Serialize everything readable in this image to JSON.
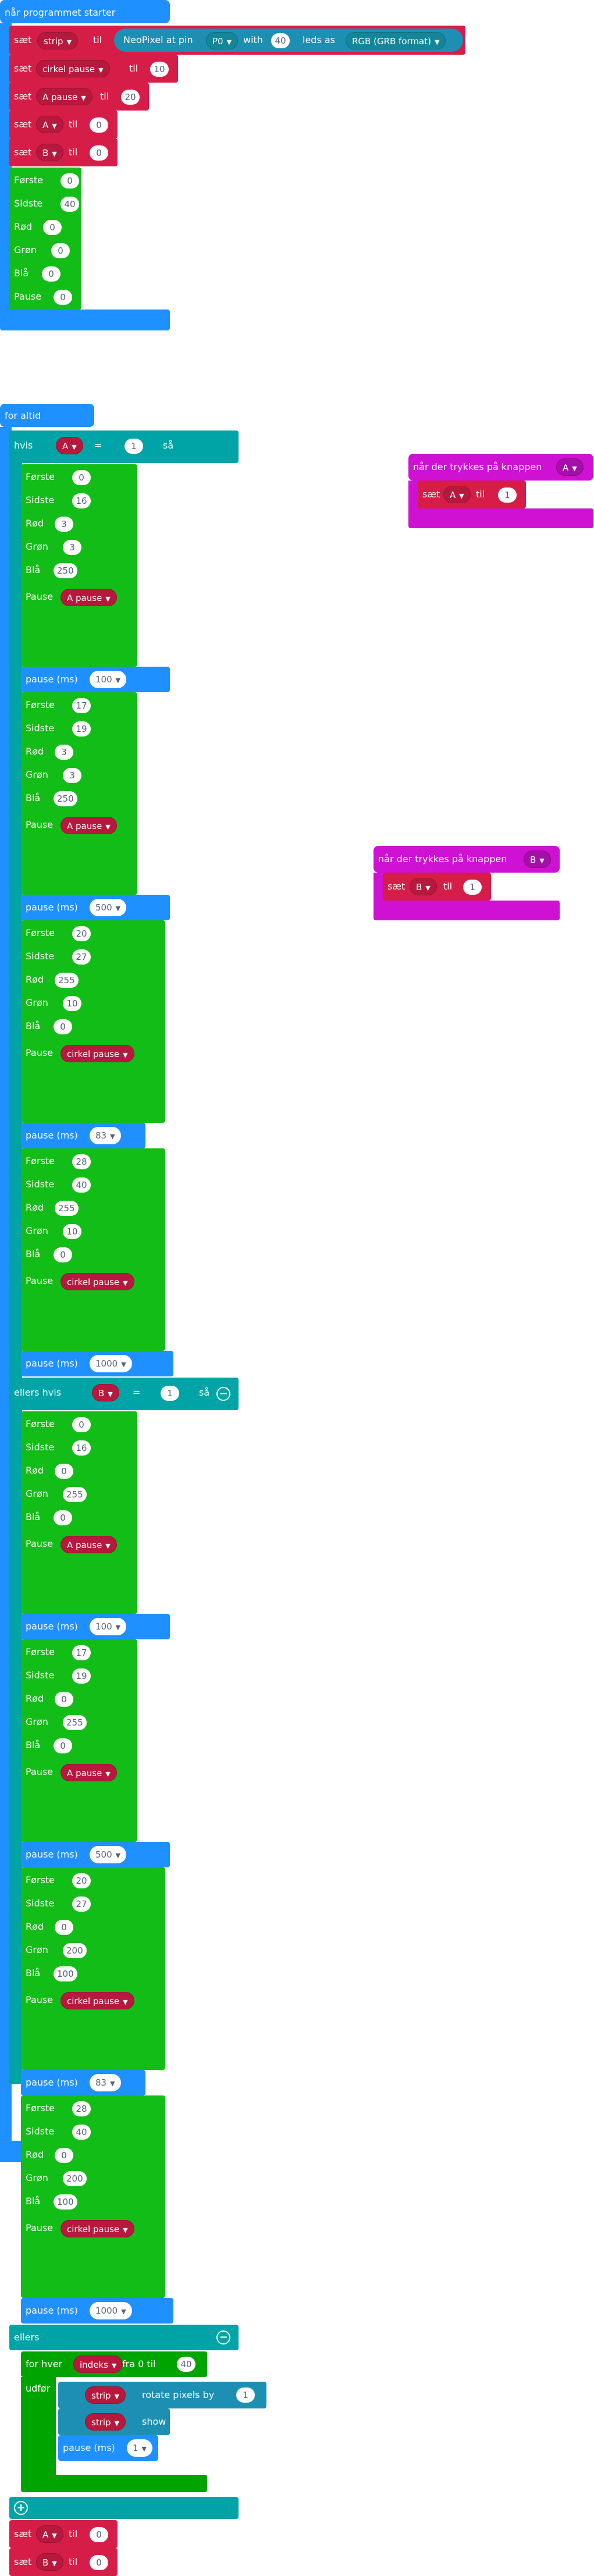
{
  "colors": {
    "basic_blue": "#1e90ff",
    "variables_red": "#d51d48",
    "logic_teal": "#00a4a6",
    "neopixel_green": "#13bd17",
    "input_magenta": "#cf11d3",
    "neopixel_dark_teal": "#1d8fb2"
  },
  "on_start": {
    "header": "når programmet starter",
    "set_strip": {
      "set": "sæt",
      "var": "strip",
      "to": "til",
      "neopixel": "NeoPixel at pin",
      "pin": "P0",
      "with": "with",
      "count": "40",
      "leds_as": "leds as",
      "format": "RGB (GRB format)"
    },
    "set_circle": {
      "set": "sæt",
      "var": "cirkel pause",
      "to": "til",
      "value": "10"
    },
    "set_apause": {
      "set": "sæt",
      "var": "A pause",
      "to": "til",
      "value": "20"
    },
    "set_a": {
      "set": "sæt",
      "var": "A",
      "to": "til",
      "value": "0"
    },
    "set_b": {
      "set": "sæt",
      "var": "B",
      "to": "til",
      "value": "0"
    },
    "range": {
      "first_label": "Første",
      "first": "0",
      "last_label": "Sidste",
      "last": "40",
      "red_label": "Rød",
      "red": "0",
      "green_label": "Grøn",
      "green": "0",
      "blue_label": "Blå",
      "blue": "0",
      "pause_label": "Pause",
      "pause": "0"
    }
  },
  "forever": {
    "header": "for altid",
    "if_label": "hvis",
    "if_var": "A",
    "op": "=",
    "if_value": "1",
    "then": "så",
    "elseif_label": "ellers hvis",
    "elseif_var": "B",
    "elseif_value": "1",
    "else_label": "ellers",
    "labels": {
      "first": "Første",
      "last": "Sidste",
      "red": "Rød",
      "green": "Grøn",
      "blue": "Blå",
      "pause": "Pause",
      "pause_ms": "pause (ms)"
    },
    "a_groups": [
      {
        "first": "0",
        "last": "16",
        "red": "3",
        "green": "3",
        "blue": "250",
        "pause_var": "A pause",
        "ms": "100"
      },
      {
        "first": "17",
        "last": "19",
        "red": "3",
        "green": "3",
        "blue": "250",
        "pause_var": "A pause",
        "ms": "500"
      },
      {
        "first": "20",
        "last": "27",
        "red": "255",
        "green": "10",
        "blue": "0",
        "pause_var": "cirkel pause",
        "ms": "83"
      },
      {
        "first": "28",
        "last": "40",
        "red": "255",
        "green": "10",
        "blue": "0",
        "pause_var": "cirkel pause",
        "ms": "1000"
      }
    ],
    "b_groups": [
      {
        "first": "0",
        "last": "16",
        "red": "0",
        "green": "255",
        "blue": "0",
        "pause_var": "A pause",
        "ms": "100"
      },
      {
        "first": "17",
        "last": "19",
        "red": "0",
        "green": "255",
        "blue": "0",
        "pause_var": "A pause",
        "ms": "500"
      },
      {
        "first": "20",
        "last": "27",
        "red": "0",
        "green": "200",
        "blue": "100",
        "pause_var": "cirkel pause",
        "ms": "83"
      },
      {
        "first": "28",
        "last": "40",
        "red": "0",
        "green": "200",
        "blue": "100",
        "pause_var": "cirkel pause",
        "ms": "1000"
      }
    ],
    "loop": {
      "for_each": "for hver",
      "var": "indeks",
      "from": "fra 0 til",
      "to": "40",
      "do": "udfør"
    },
    "rotate": {
      "var": "strip",
      "label": "rotate pixels by",
      "value": "1"
    },
    "show": {
      "var": "strip",
      "label": "show"
    },
    "loop_pause": {
      "label": "pause (ms)",
      "value": "1"
    },
    "end_set_a": {
      "set": "sæt",
      "var": "A",
      "to": "til",
      "value": "0"
    },
    "end_set_b": {
      "set": "sæt",
      "var": "B",
      "to": "til",
      "value": "0"
    }
  },
  "button_a": {
    "header": "når der trykkes på knappen",
    "button": "A",
    "set": "sæt",
    "var": "A",
    "to": "til",
    "value": "1"
  },
  "button_b": {
    "header": "når der trykkes på knappen",
    "button": "B",
    "set": "sæt",
    "var": "B",
    "to": "til",
    "value": "1"
  },
  "icons": {
    "dropdown": "▼",
    "minus": "−",
    "plus": "+"
  }
}
